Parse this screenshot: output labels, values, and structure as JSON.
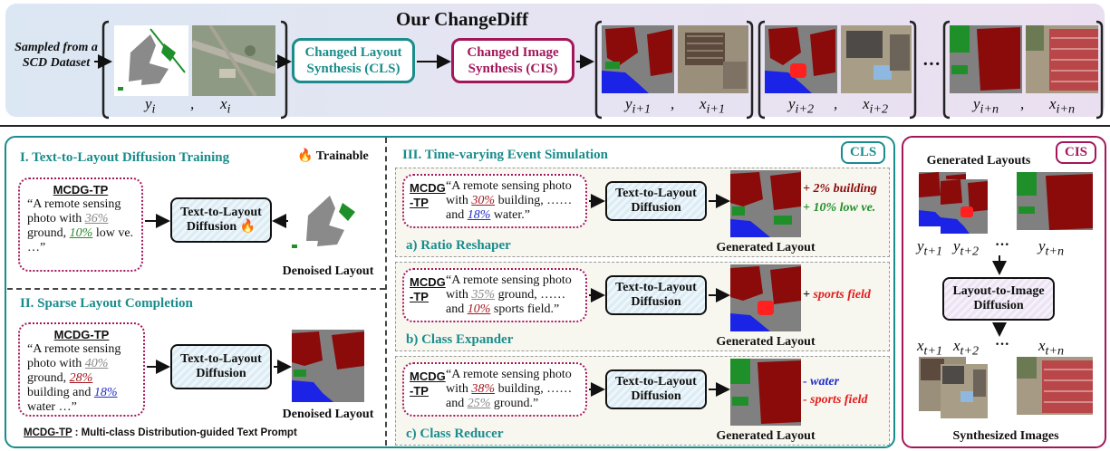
{
  "title": "Our ChangeDiff",
  "source_label": "Sampled from a SCD Dataset",
  "top": {
    "cls_pill": "Changed Layout Synthesis (CLS)",
    "cis_pill": "Changed Image Synthesis (CIS)",
    "labels": {
      "y_i": "y",
      "y_i_sub": "i",
      "x_i": "x",
      "x_i_sub": "i",
      "y1": "y",
      "y1_sub": "i+1",
      "x1": "x",
      "x1_sub": "i+1",
      "y2": "y",
      "y2_sub": "i+2",
      "x2": "x",
      "x2_sub": "i+2",
      "yn": "y",
      "yn_sub": "i+n",
      "xn": "x",
      "xn_sub": "i+n",
      "comma": ",",
      "dots": "···"
    }
  },
  "cls": {
    "tag": "CLS",
    "sec1": {
      "title": "I. Text-to-Layout Diffusion Training",
      "trainable": "Trainable",
      "prompt_head": "MCDG-TP",
      "prompt": {
        "a": "“A remote sensing photo with ",
        "v1": "36%",
        "b": " ground, ",
        "v2": "10%",
        "c": " low ve. …”"
      },
      "diffusion": "Text-to-Layout Diffusion",
      "output": "Denoised Layout"
    },
    "sec2": {
      "title": "II. Sparse Layout Completion",
      "prompt_head": "MCDG-TP",
      "prompt": {
        "a": "“A remote sensing photo with ",
        "v1": "40%",
        "b": " ground, ",
        "v2": "28%",
        "c": " building and ",
        "v3": "18%",
        "d": " water …”"
      },
      "diffusion": "Text-to-Layout Diffusion",
      "output": "Denoised Layout"
    },
    "footnote": {
      "head": "MCDG-TP",
      "text": " : Multi-class Distribution-guided Text Prompt"
    },
    "sec3": {
      "title": "III. Time-varying Event Simulation",
      "a": {
        "prompt_head": "MCDG -TP",
        "prompt": {
          "a": "“A remote sensing photo with ",
          "v1": "30%",
          "b": " building, …… and ",
          "v2": "18%",
          "c": " water.”"
        },
        "diffusion": "Text-to-Layout Diffusion",
        "output": "Generated Layout",
        "caption": "a) Ratio Reshaper",
        "ops": [
          "+ 2% building",
          "+ 10% low ve."
        ]
      },
      "b": {
        "prompt_head": "MCDG -TP",
        "prompt": {
          "a": "“A remote sensing photo with ",
          "v1": "35%",
          "b": " ground, …… and ",
          "v2": "10%",
          "c": " sports field.”"
        },
        "diffusion": "Text-to-Layout Diffusion",
        "output": "Generated Layout",
        "caption": "b) Class Expander",
        "ops_plus": "+ ",
        "ops": [
          "sports field"
        ]
      },
      "c": {
        "prompt_head": "MCDG -TP",
        "prompt": {
          "a": "“A remote sensing photo with ",
          "v1": "38%",
          "b": " building, …… and ",
          "v2": "25%",
          "c": " ground.”"
        },
        "diffusion": "Text-to-Layout Diffusion",
        "output": "Generated Layout",
        "caption": "c) Class Reducer",
        "ops": [
          "- water",
          "- sports field"
        ]
      }
    }
  },
  "cis": {
    "tag": "CIS",
    "layouts_title": "Generated Layouts",
    "labels": {
      "y": "y",
      "s1": "t+1",
      "s2": "t+2",
      "sn": "t+n",
      "x": "x",
      "dots": "···"
    },
    "diffusion": "Layout-to-Image Diffusion",
    "images_title": "Synthesized Images"
  },
  "colors": {
    "teal": "#1a8c8c",
    "magenta": "#a3175a",
    "building": "#8b0a0a",
    "ground": "#808080",
    "low_ve": "#1f8f2a",
    "water": "#1a23e6",
    "sports": "#ff2020"
  }
}
